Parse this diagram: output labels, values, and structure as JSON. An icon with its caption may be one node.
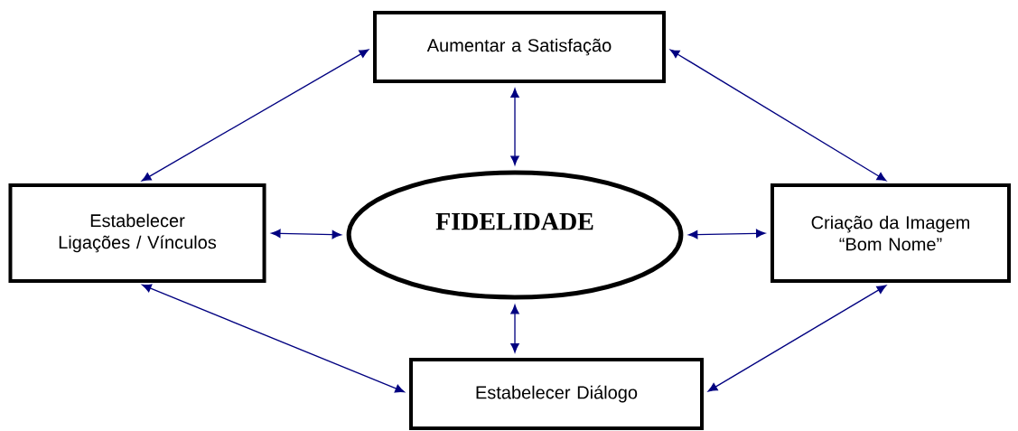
{
  "diagram": {
    "nodes": [
      {
        "text": [
          "Aumentar a Satisfação"
        ]
      },
      {
        "text": [
          "FIDELIDADE"
        ]
      },
      {
        "text": [
          "Estabelecer Ligações / Vínculos"
        ]
      },
      {
        "text": [
          "Criação da Imagem “Bom Nome”"
        ]
      },
      {
        "text": [
          "Estabelecer Diálogo"
        ]
      }
    ],
    "edges": [
      {
        "from": 0,
        "to": 2,
        "arrow": "both"
      },
      {
        "from": 0,
        "to": 3,
        "arrow": "both"
      },
      {
        "from": 0,
        "to": 1,
        "arrow": "both"
      },
      {
        "from": 2,
        "to": 1,
        "arrow": "both"
      },
      {
        "from": 1,
        "to": 3,
        "arrow": "both"
      },
      {
        "from": 1,
        "to": 4,
        "arrow": "both"
      },
      {
        "from": 2,
        "to": 4,
        "arrow": "both"
      },
      {
        "from": 3,
        "to": 4,
        "arrow": "both"
      }
    ]
  }
}
